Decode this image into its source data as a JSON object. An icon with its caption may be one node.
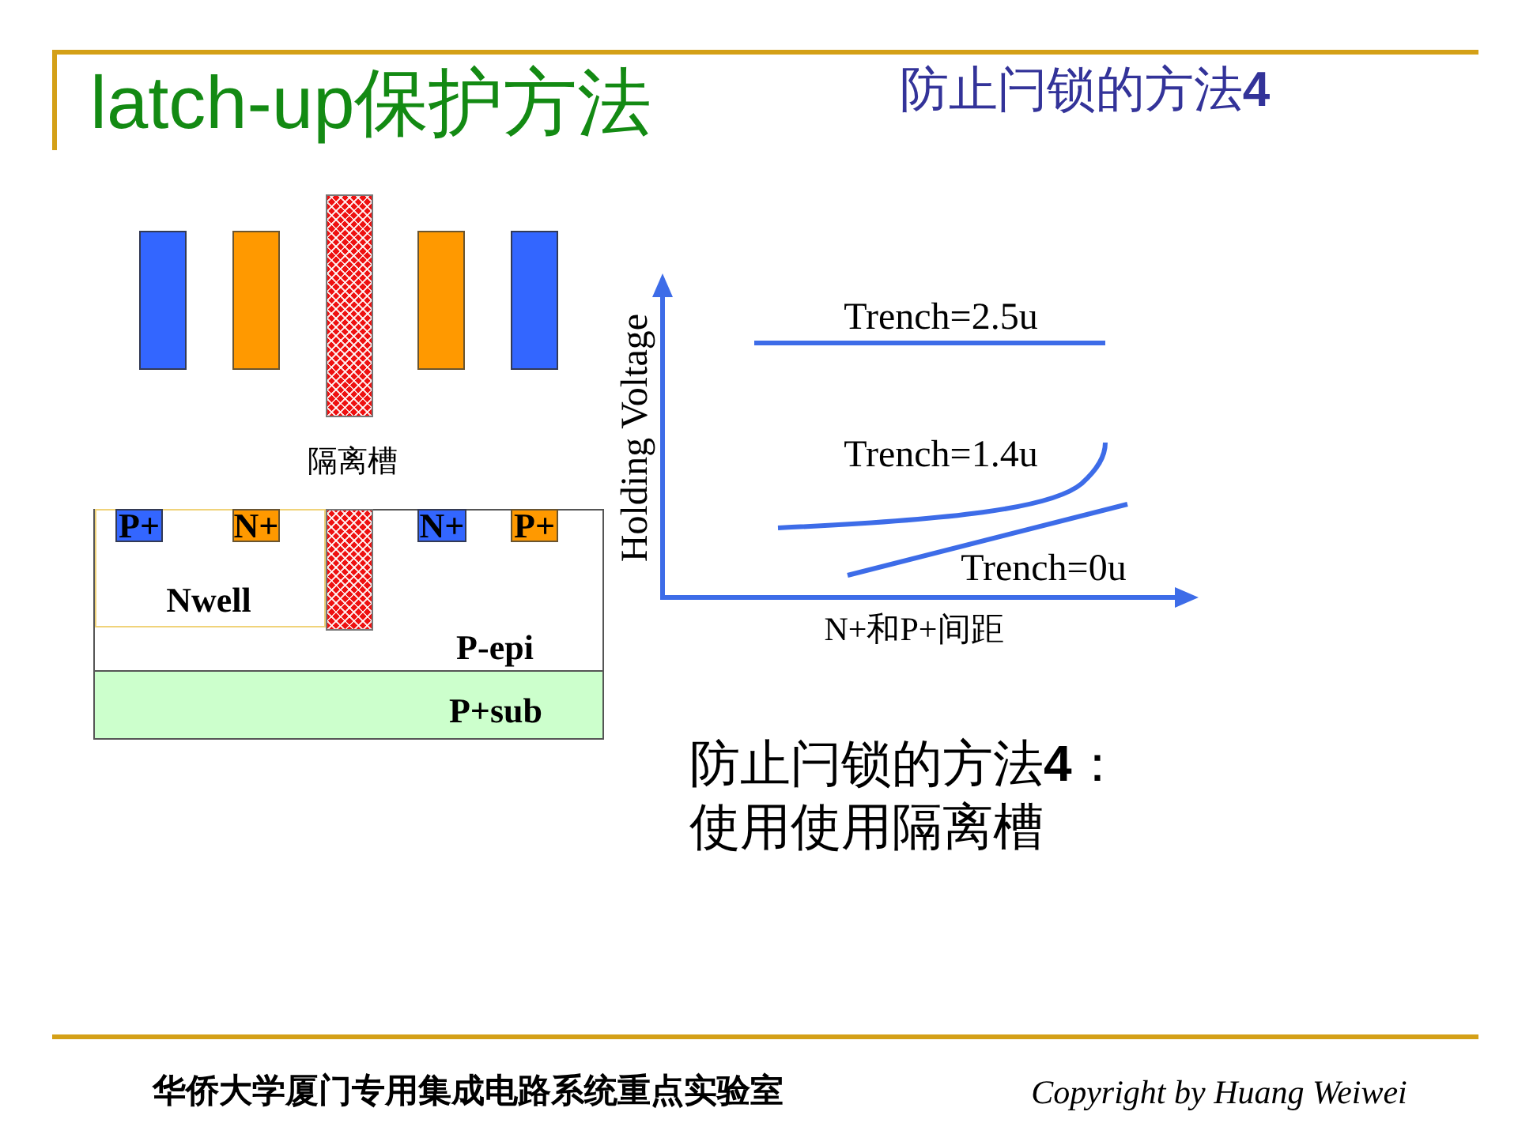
{
  "diagram": {
    "title": "latch-up保护方法",
    "nodes": [
      {
        "text": [],
        "shape": "box"
      },
      {
        "text": [],
        "shape": "box"
      },
      {
        "text": [],
        "shape": "box"
      },
      {
        "text": [],
        "shape": "box"
      },
      {
        "text": [],
        "shape": "box"
      },
      {
        "text": [
          "P-epi"
        ]
      },
      {
        "text": [
          "Nwell"
        ],
        "in": 5
      },
      {
        "text": [
          "P+"
        ],
        "in": 6
      },
      {
        "text": [
          "N+"
        ],
        "in": 6
      },
      {
        "text": [],
        "shape": "box",
        "in": 5
      },
      {
        "text": [
          "N+"
        ],
        "in": 5
      },
      {
        "text": [
          "P+"
        ],
        "in": 5
      },
      {
        "text": [
          "P+sub"
        ]
      }
    ],
    "labels": [
      "防止闩锁的方法**4**",
      "Trench=2.5u",
      "Holding Voltage",
      "隔离槽",
      "Trench=1.4u",
      "Trench=0u",
      "N+和P+间距",
      "防止闩锁的方法**4**：使用使用隔离槽",
      "华侨大学厦门专用集成电路系统重点实验室",
      "Copyright by Huang Weiwei"
    ]
  }
}
